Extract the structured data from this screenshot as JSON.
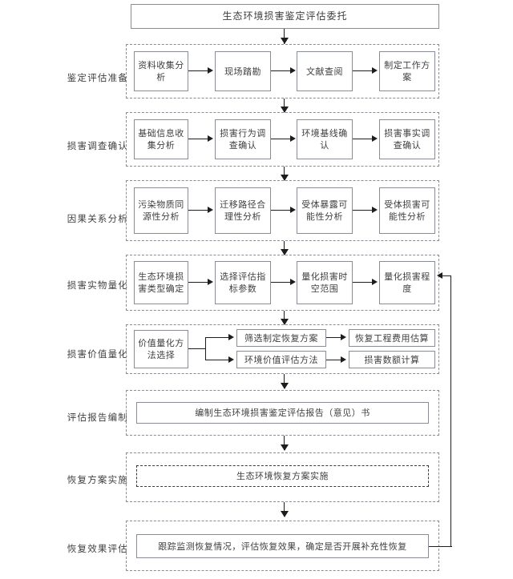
{
  "diagram": {
    "title_box": "生态环境损害鉴定评估委托",
    "sections": [
      {
        "label": "鉴定评估准备",
        "nodes": [
          "资料收集分析",
          "现场踏勘",
          "文献查阅",
          "制定工作方案"
        ]
      },
      {
        "label": "损害调查确认",
        "nodes": [
          "基础信息收集分析",
          "损害行为调查确认",
          "环境基线确认",
          "损害事实调查确认"
        ]
      },
      {
        "label": "因果关系分析",
        "nodes": [
          "污染物质同源性分析",
          "迁移路径合理性分析",
          "受体暴露可能性分析",
          "受体损害可能性分析"
        ]
      },
      {
        "label": "损害实物量化",
        "nodes": [
          "生态环境损害类型确定",
          "选择评估指标参数",
          "量化损害时空范围",
          "量化损害程度"
        ]
      },
      {
        "label": "损害价值量化",
        "nodes": [
          "价值量化方法选择",
          "筛选制定恢复方案",
          "恢复工程费用估算",
          "环境价值评估方法",
          "损害数额计算"
        ]
      },
      {
        "label": "评估报告编制",
        "nodes": [
          "编制生态环境损害鉴定评估报告（意见）书"
        ]
      },
      {
        "label": "恢复方案实施",
        "nodes": [
          "生态环境恢复方案实施"
        ]
      },
      {
        "label": "恢复效果评估",
        "nodes": [
          "跟踪监测恢复情况，评估恢复效果，确定是否开展补充性恢复"
        ]
      }
    ]
  }
}
